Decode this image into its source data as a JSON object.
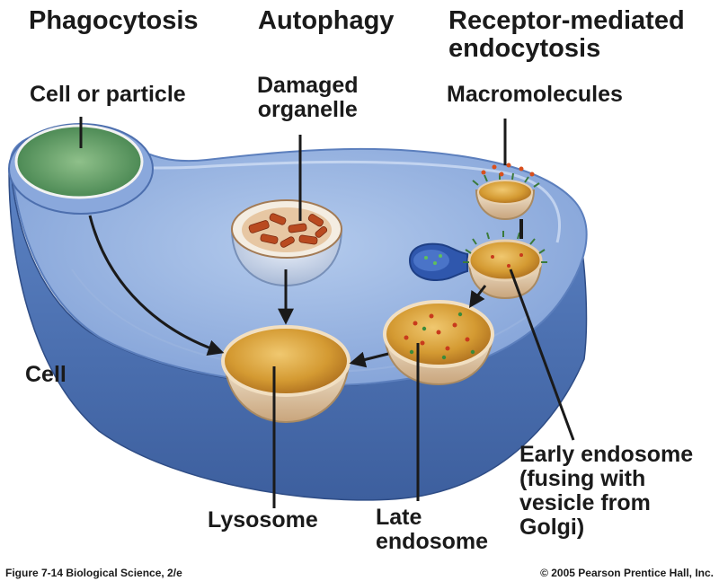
{
  "headings": {
    "phagocytosis": "Phagocytosis",
    "autophagy": "Autophagy",
    "receptor_mediated": "Receptor-mediated\nendocytosis"
  },
  "labels": {
    "cell_or_particle": "Cell or particle",
    "damaged_organelle": "Damaged\norganelle",
    "macromolecules": "Macromolecules",
    "cell": "Cell",
    "lysosome": "Lysosome",
    "late_endosome": "Late\nendosome",
    "early_endosome": "Early endosome\n(fusing with\nvesicle from\nGolgi)"
  },
  "footer": {
    "figure": "Figure 7-14  Biological Science, 2/e",
    "copyright": "© 2005 Pearson Prentice Hall, Inc."
  }
}
